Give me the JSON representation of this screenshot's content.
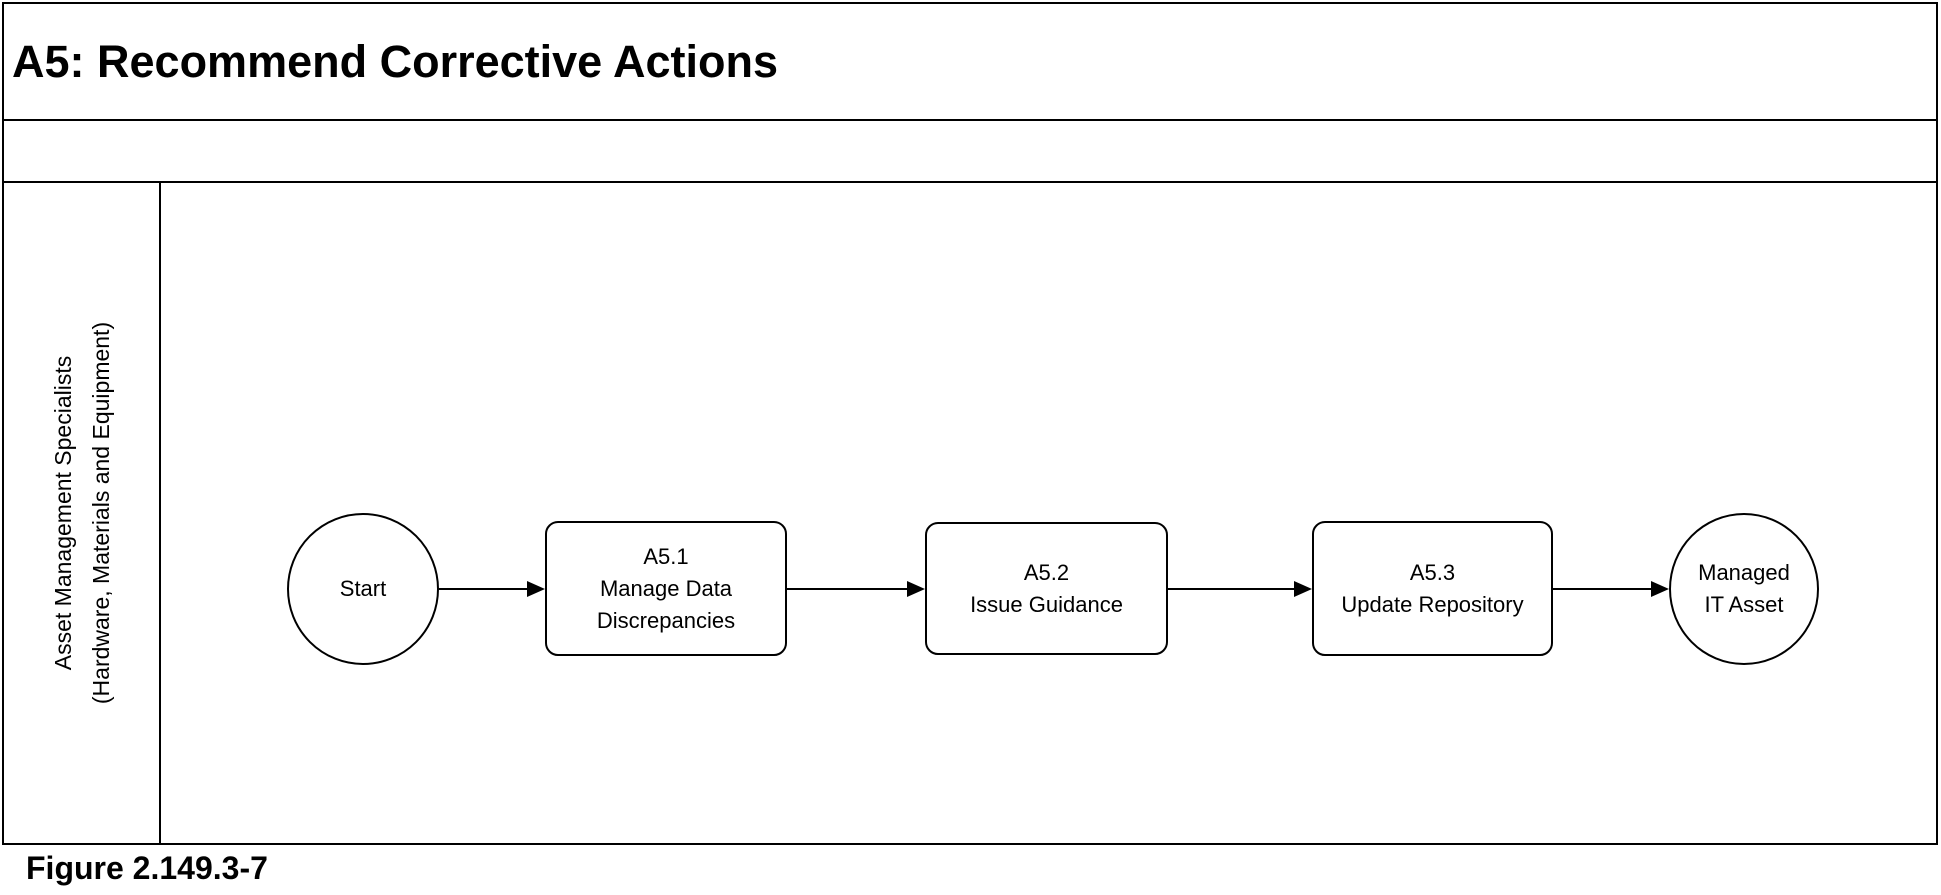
{
  "title": "A5: Recommend Corrective Actions",
  "figure_caption": "Figure 2.149.3-7",
  "swimlane": {
    "label_line1": "Asset Management Specialists",
    "label_line2": "(Hardware, Materials and Equipment)"
  },
  "flow": {
    "start_label": "Start",
    "steps": [
      {
        "lines": [
          "A5.1",
          "Manage Data",
          "Discrepancies"
        ]
      },
      {
        "lines": [
          "A5.2",
          "Issue Guidance"
        ]
      },
      {
        "lines": [
          "A5.3",
          "Update Repository"
        ]
      }
    ],
    "end_line1": "Managed",
    "end_line2": "IT Asset"
  },
  "colors": {
    "line": "#000000",
    "text": "#000000",
    "background": "#ffffff"
  }
}
